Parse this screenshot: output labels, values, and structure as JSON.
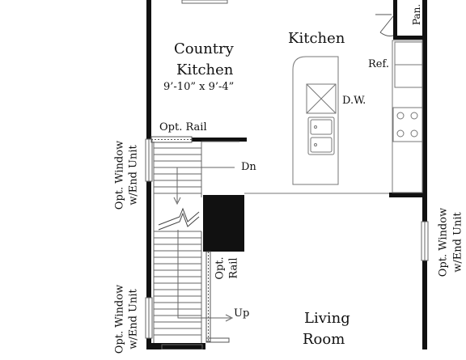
{
  "rooms": {
    "country_kitchen": {
      "name_line1": "Country",
      "name_line2": "Kitchen",
      "dimensions": "9’-10” x 9’-4”"
    },
    "kitchen": {
      "name": "Kitchen"
    },
    "living_room": {
      "name_line1": "Living",
      "name_line2": "Room"
    }
  },
  "fixtures": {
    "pantry": "Pan.",
    "refrigerator": "Ref.",
    "dishwasher": "D.W."
  },
  "stairs": {
    "down": "Dn",
    "up": "Up"
  },
  "options": {
    "rail_top": "Opt. Rail",
    "rail_stair_line1": "Opt.",
    "rail_stair_line2": "Rail",
    "window_left_upper_line1": "Opt. Window",
    "window_left_upper_line2": "w/End Unit",
    "window_left_lower_line1": "Opt. Window",
    "window_left_lower_line2": "w/End Unit",
    "window_right_line1": "Opt. Window",
    "window_right_line2": "w/End Unit"
  }
}
